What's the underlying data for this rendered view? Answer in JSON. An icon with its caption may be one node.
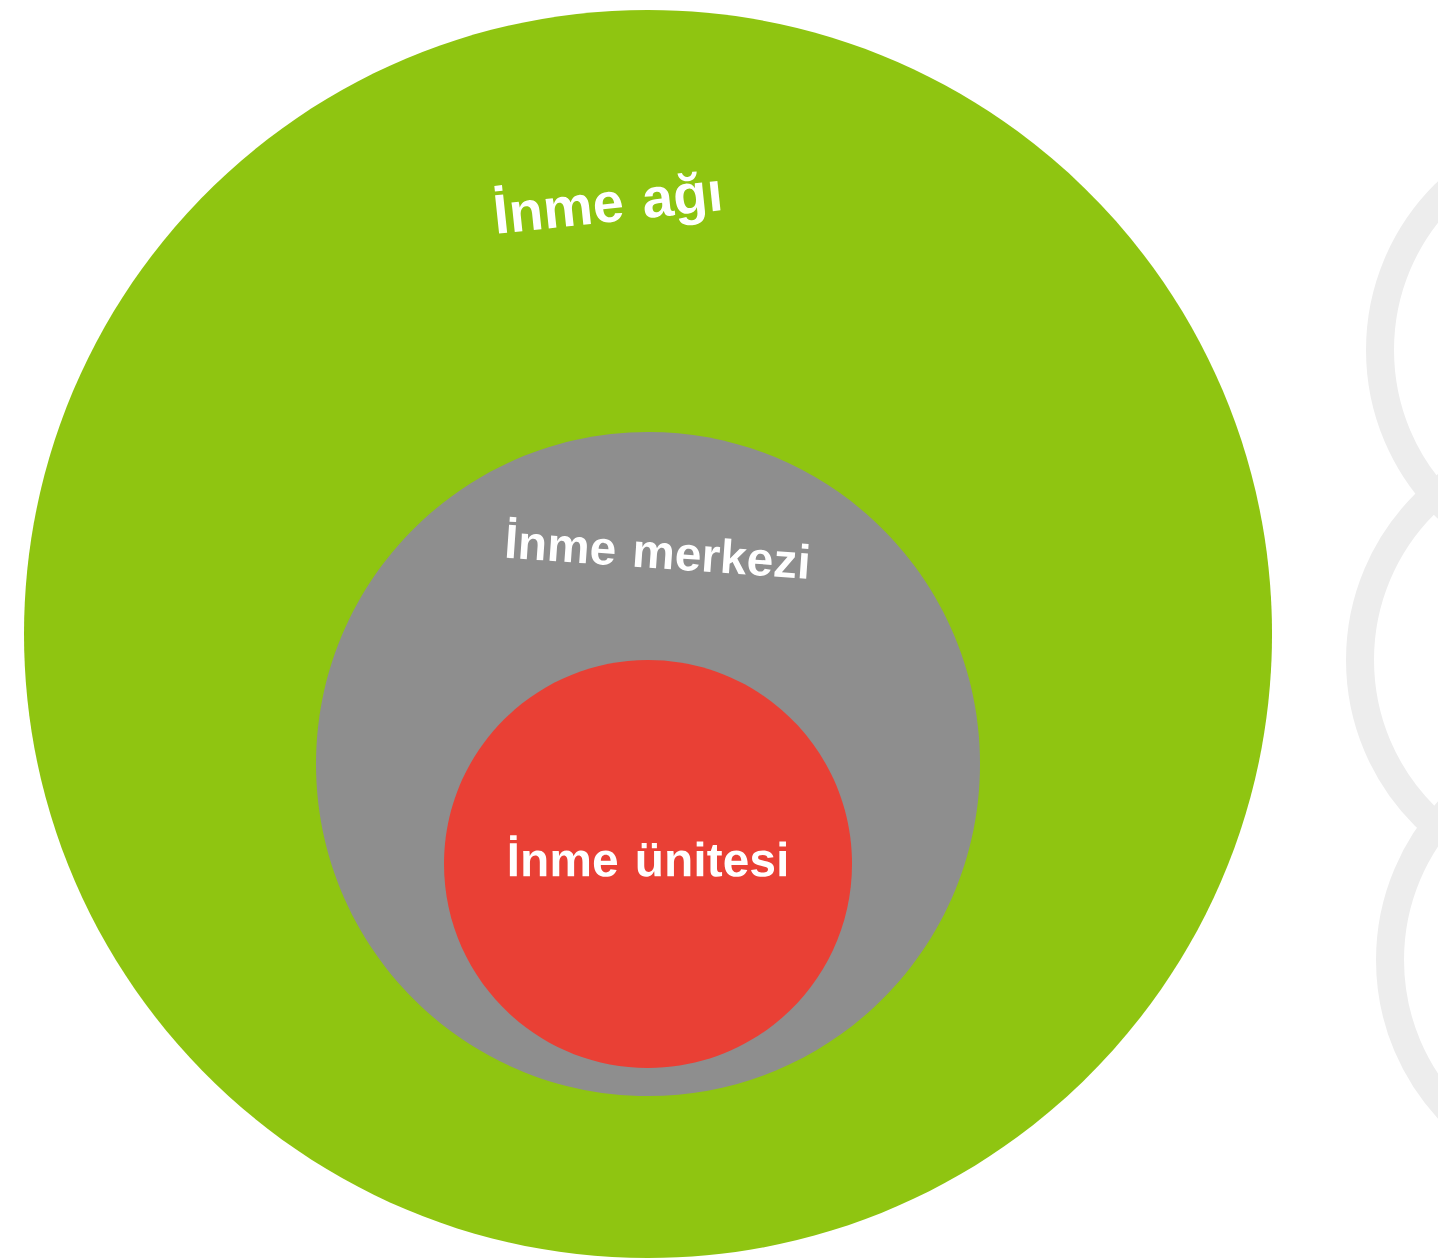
{
  "diagram": {
    "nodes": [
      {
        "text": [
          "İnme ağı"
        ]
      },
      {
        "text": [
          "İnme merkezi"
        ],
        "in": 0
      },
      {
        "text": [
          "İnme ünitesi"
        ],
        "in": 1
      }
    ]
  }
}
